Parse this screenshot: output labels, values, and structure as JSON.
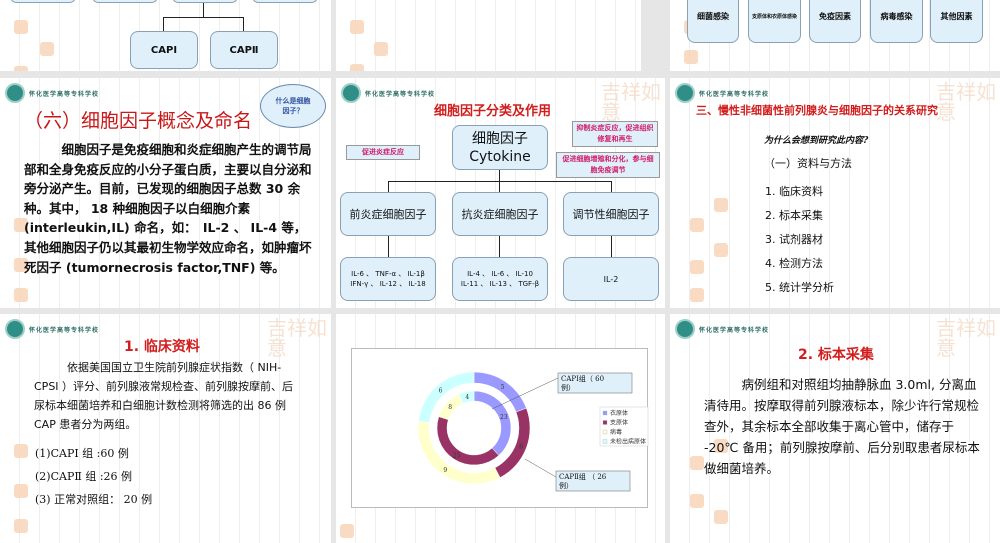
{
  "school_name": "怀化医学高等专科学校",
  "watermark": "吉祥如意",
  "slide1": {
    "top_boxes": [
      "",
      "",
      "",
      ""
    ],
    "boxes": [
      "CAPⅠ",
      "CAPⅡ"
    ]
  },
  "slide3": {
    "boxes": [
      "细菌感染",
      "支原体和衣原体感染",
      "免疫因素",
      "病毒感染",
      "其他因素"
    ]
  },
  "slide4": {
    "title": "（六）细胞因子概念及命名",
    "bubble": "什么是细胞因子？",
    "body": "　　　细胞因子是免疫细胞和炎症细胞产生的调节局部和全身免疫反应的小分子蛋白质，主要以自分泌和旁分泌产生。目前，已发现的细胞因子总数 30 余种。其中， 18 种细胞因子以白细胞介素 (interleukin,IL) 命名，如：　IL-2 、 IL-4 等，其他细胞因子仍以其最初生物学效应命名，如肿瘤坏死因子 (tumornecrosis factor,TNF) 等。"
  },
  "slide5": {
    "title": "细胞因子分类及作用",
    "root": "细胞因子",
    "root_en": "Cytokine",
    "notes": [
      "促进炎症反应",
      "抑制炎症反应，促进组织修复和再生",
      "促进细胞增殖和分化，参与细胞免疫调节"
    ],
    "categories": [
      "前炎症细胞因子",
      "抗炎症细胞因子",
      "调节性细胞因子"
    ],
    "members": [
      [
        "IL-6 、 TNF-α 、 IL-1β",
        "IFN-γ 、 IL-12 、 IL-18"
      ],
      [
        "IL-4 、 IL-6 、 IL-10",
        "IL-11 、 IL-13 、 TGF-β"
      ],
      [
        "IL-2"
      ]
    ]
  },
  "slide6": {
    "title": "三、慢性非细菌性前列腺炎与细胞因子的关系研究",
    "question": "为什么会想到研究此内容?",
    "section": "（一）资料与方法",
    "items": [
      "1. 临床资料",
      "2. 标本采集",
      "3. 试剂器材",
      "4. 检测方法",
      "5. 统计学分析"
    ]
  },
  "slide7": {
    "title": "1. 临床资料",
    "body": "　　　依据美国国立卫生院前列腺症状指数（ NIH-CPSI ）评分、前列腺液常规检查、前列腺按摩前、后尿标本细菌培养和白细胞计数检测将筛选的出 86 例 CAP 患者分为两组。",
    "groups": [
      "(1)CAPⅠ 组 :60 例",
      "(2)CAPⅡ 组 :26 例",
      "(3) 正常对照组： 20 例"
    ]
  },
  "slide8": {
    "chart_data": {
      "type": "pie",
      "subtype": "doughnut",
      "categories": [
        "衣原体",
        "支原体",
        "病毒",
        "未检出病原体"
      ],
      "colors": [
        "#9999ff",
        "#993366",
        "#ffffcc",
        "#ccffff"
      ],
      "series": [
        {
          "name": "CAPⅠ组（60例）",
          "ring": "inner",
          "values": [
            23,
            25,
            8,
            4
          ]
        },
        {
          "name": "CAPⅡ组 （26例）",
          "ring": "outer",
          "values": [
            5,
            6,
            9,
            6
          ]
        }
      ],
      "legend": "right"
    }
  },
  "slide9": {
    "title": "2. 标本采集",
    "body": "　　　病例组和对照组均抽静脉血 3.0ml, 分离血清待用。按摩取得前列腺液标本，除少许行常规检查外，其余标本全部收集于离心管中，储存于 -20℃ 备用；前列腺按摩前、后分别取患者尿标本做细菌培养。"
  }
}
